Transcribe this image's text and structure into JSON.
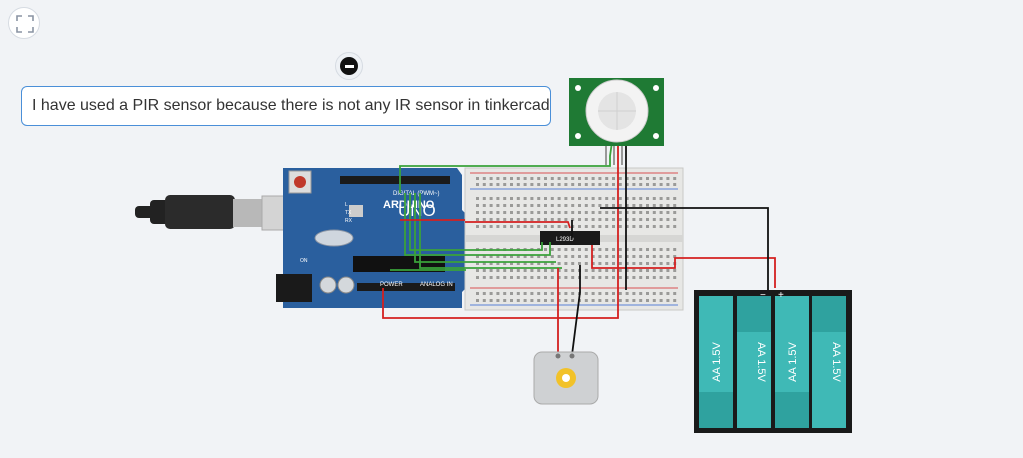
{
  "toolbar": {
    "fit_button_icon": "fit-to-view-icon"
  },
  "note": {
    "text": "I have used a PIR sensor because there is not any IR sensor in tinkercad",
    "toggle_icon": "minus-icon"
  },
  "arduino": {
    "brand": "ARDUINO",
    "model": "UNO",
    "digital_label": "DIGITAL (PWM~)",
    "power_label": "POWER",
    "analog_label": "ANALOG IN",
    "tx_label": "TX",
    "rx_label": "RX",
    "l_label": "L",
    "on_label": "ON"
  },
  "motor_driver": {
    "label": "L293D"
  },
  "batteries": [
    {
      "label": "AA 1.5V"
    },
    {
      "label": "AA 1.5V"
    },
    {
      "label": "AA 1.5V"
    },
    {
      "label": "AA 1.5V"
    }
  ],
  "battery_pack": {
    "minus": "−",
    "plus": "+"
  },
  "colors": {
    "board": "#2a5f9e",
    "breadboard": "#e7e7e5",
    "pir_board": "#1f7a34",
    "battery_cell": "#3fb9b6",
    "wire_red": "#d42020",
    "wire_black": "#111111",
    "wire_green": "#3aa23a",
    "note_border": "#4a8fd8"
  }
}
